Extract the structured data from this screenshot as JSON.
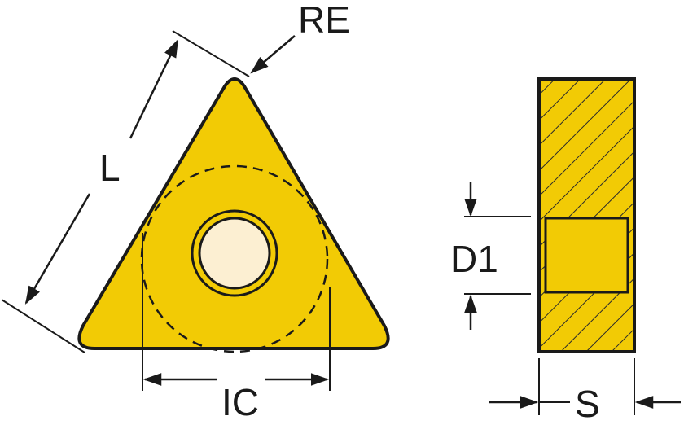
{
  "labels": {
    "re": "RE",
    "l": "L",
    "ic": "IC",
    "d1": "D1",
    "s": "S"
  },
  "colors": {
    "insert_fill": "#F2CB05",
    "outline": "#1a1a1a",
    "hole_fill": "#FCEFD2",
    "hatch": "#2a2a2a"
  }
}
